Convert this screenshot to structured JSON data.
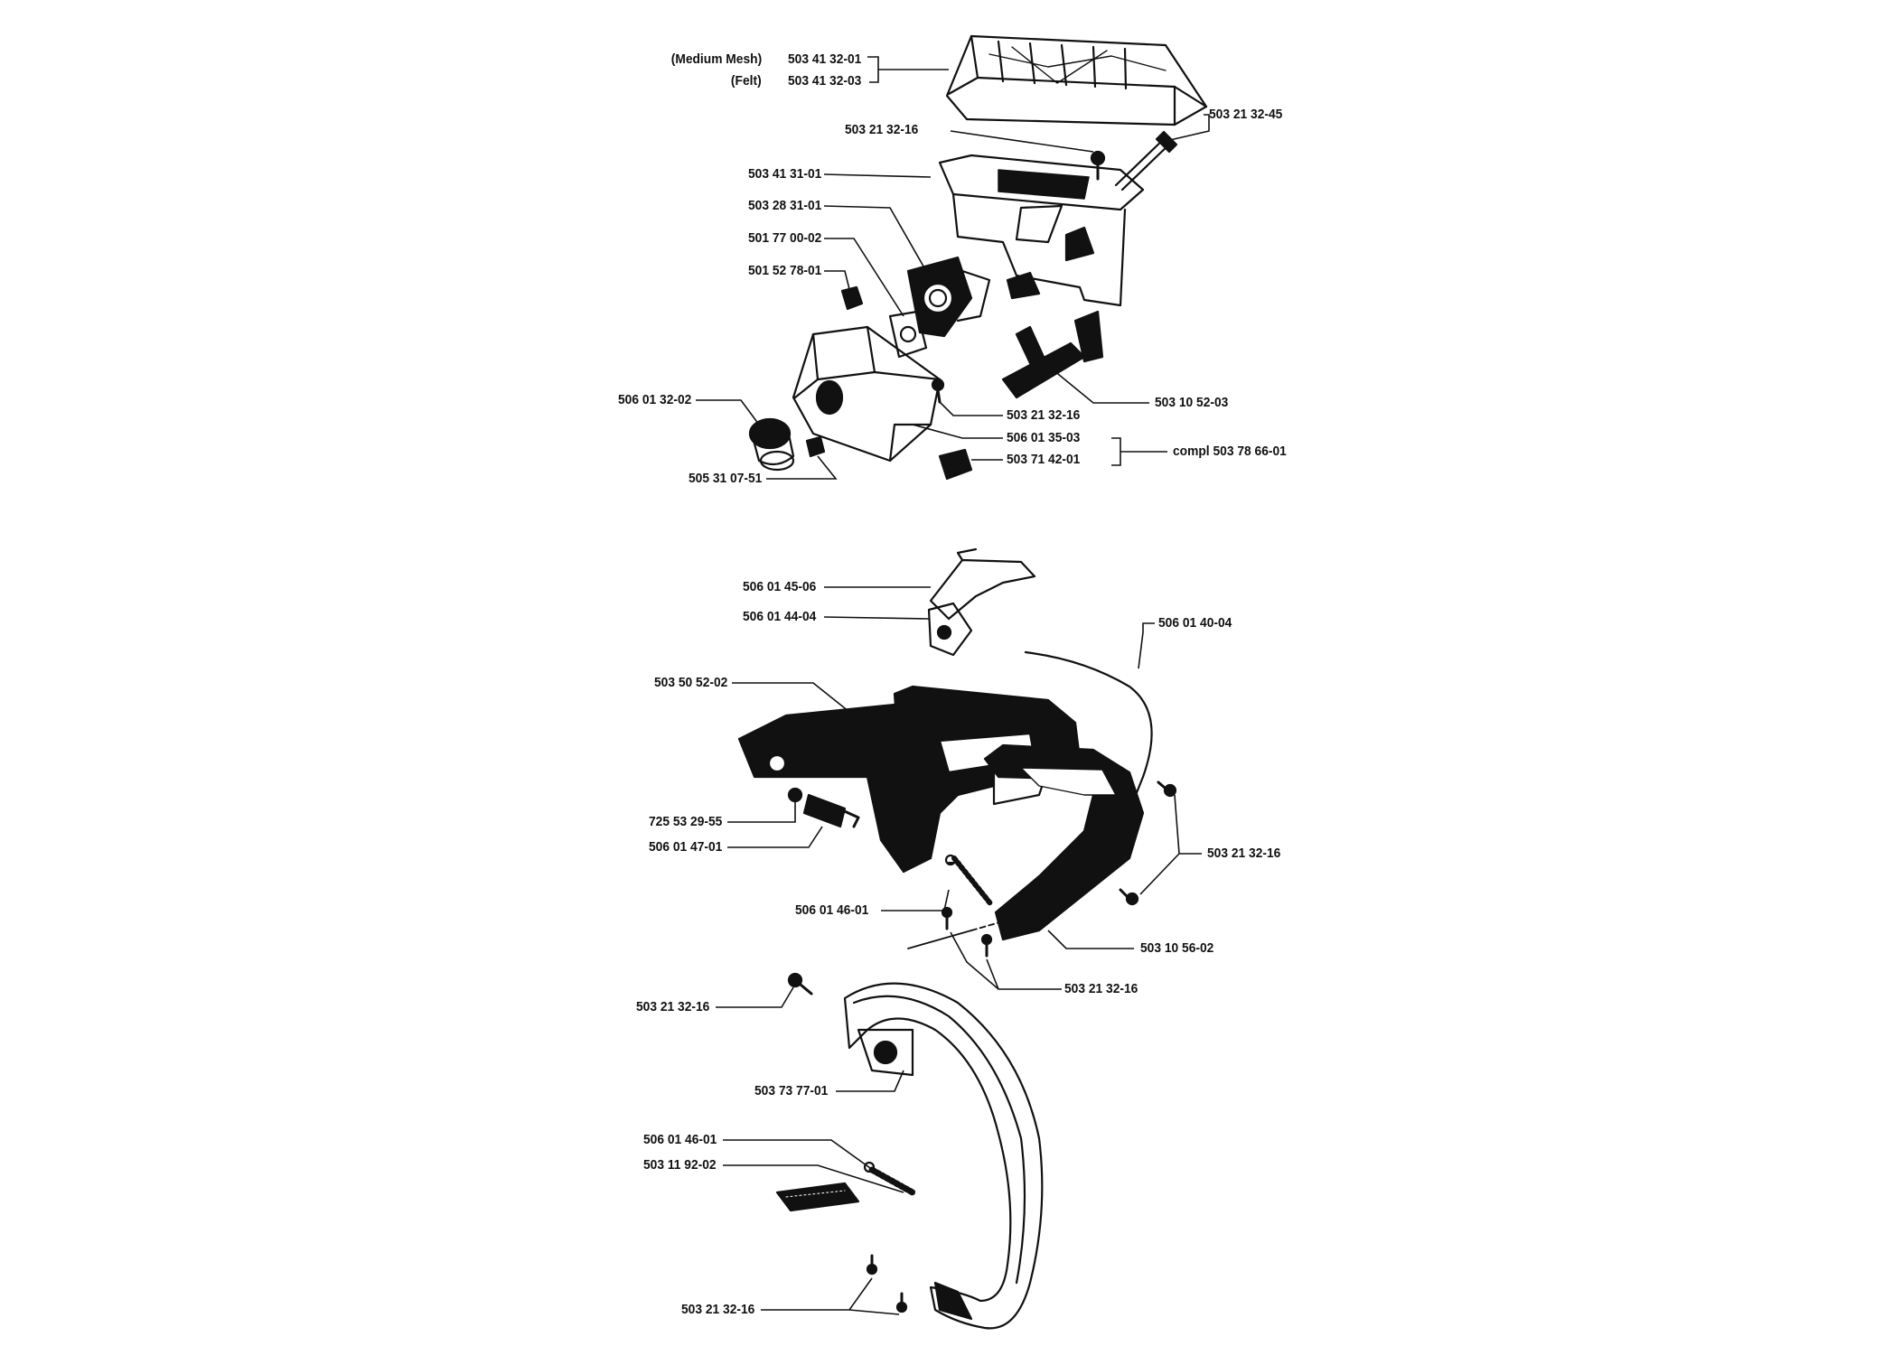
{
  "diagram": {
    "top_group": {
      "filter_variants": [
        {
          "variant": "(Medium Mesh)",
          "part_no": "503 41 32-01"
        },
        {
          "variant": "(Felt)",
          "part_no": "503 41 32-03"
        }
      ],
      "parts": [
        "503 21 32-16",
        "503 21 32-45",
        "503 41 31-01",
        "503 28 31-01",
        "501 77 00-02",
        "501 52 78-01",
        "503 10 52-03",
        "506 01 32-02",
        "503 21 32-16",
        "506 01 35-03",
        "503 71 42-01",
        "505 31 07-51"
      ],
      "kit_label": "compl 503 78 66-01"
    },
    "middle_group": {
      "parts": [
        "506 01 45-06",
        "506 01 44-04",
        "506 01 40-04",
        "503 50 52-02",
        "725 53 29-55",
        "506 01 47-01",
        "503 21 32-16",
        "506 01 46-01",
        "503 10 56-02",
        "503 21 32-16"
      ]
    },
    "bottom_group": {
      "parts": [
        "503 21 32-16",
        "503 73 77-01",
        "506 01 46-01",
        "503 11 92-02",
        "503 21 32-16"
      ]
    }
  }
}
